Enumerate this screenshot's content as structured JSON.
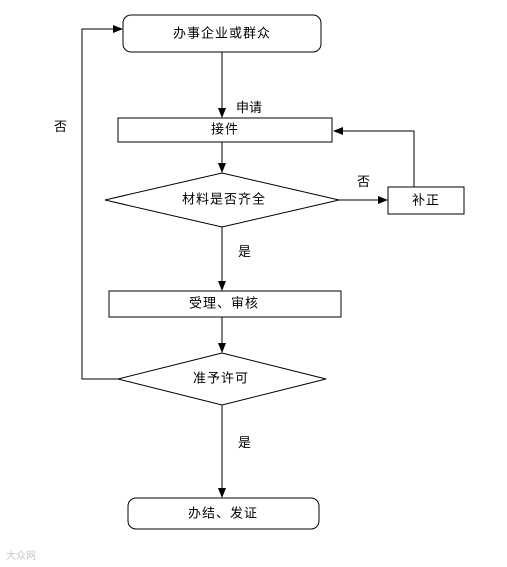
{
  "nodes": {
    "start": "办事企业或群众",
    "receive": "接件",
    "check": "材料是否齐全",
    "supplement": "补正",
    "review": "受理、审核",
    "approve": "准予许可",
    "end": "办结、发证"
  },
  "edges": {
    "apply": "申请",
    "check_no": "否",
    "check_yes": "是",
    "approve_no": "否",
    "approve_yes": "是"
  },
  "watermark": "大众网"
}
